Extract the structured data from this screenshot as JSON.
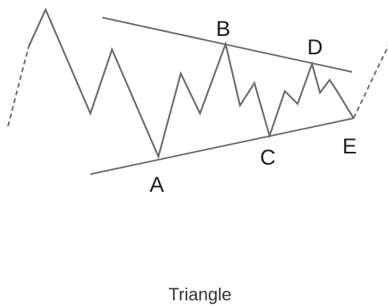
{
  "diagram": {
    "caption": "Triangle",
    "points": {
      "a": "A",
      "b": "B",
      "c": "C",
      "d": "D",
      "e": "E"
    },
    "line_color": "#6a6a6a",
    "text_color": "#1a1a1a"
  }
}
